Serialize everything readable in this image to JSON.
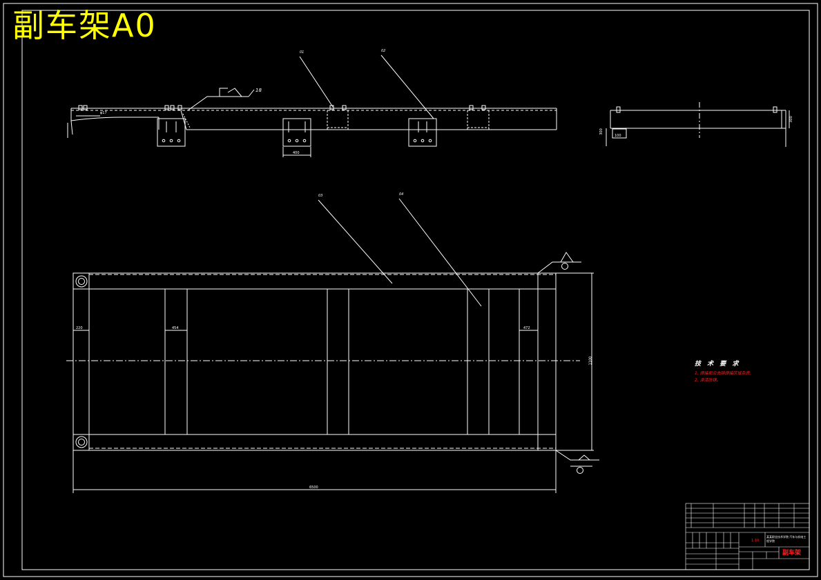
{
  "drawing": {
    "title": "副车架A0",
    "part_labels": [
      "01",
      "02",
      "03",
      "04"
    ],
    "weld_symbol": "18",
    "dimensions": {
      "side_view_hole_dia": "φ17",
      "bracket_width": "400",
      "end_view_height": "300",
      "end_view_flange": "100",
      "end_view_right": "300",
      "plan_left_width": "220",
      "plan_cross_member": "454",
      "plan_right_width": "472",
      "plan_overall_width": "1100",
      "plan_overall_length": "6500"
    },
    "tech_requirements": {
      "heading": "技 术 要 求",
      "lines": [
        "1. 焊接前应去除焊接区域杂质;",
        "2. 涂漆防锈。"
      ]
    },
    "title_block": {
      "drawing_name": "副车架",
      "scale": "1:10",
      "company": "某某职业技术学院 汽车与机电工程学院"
    }
  }
}
